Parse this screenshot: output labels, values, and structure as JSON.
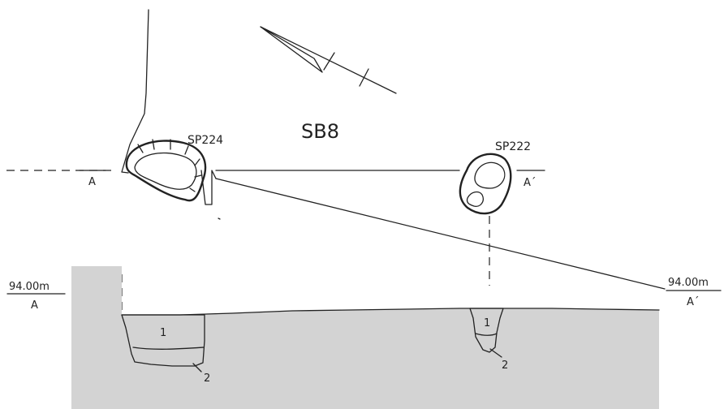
{
  "structure_label": "SB8",
  "pits": [
    {
      "id": "SP224"
    },
    {
      "id": "SP222"
    }
  ],
  "section": {
    "left_point": "A",
    "right_point": "A´",
    "elevation_left": "94.00m",
    "elevation_right": "94.00m",
    "left_point_lower": "A",
    "right_point_lower": "A´"
  },
  "layers": {
    "sp224_upper": "1",
    "sp224_lower": "2",
    "sp222_upper": "1",
    "sp222_lower": "2"
  },
  "colors": {
    "ground_fill": "#d3d3d3",
    "ink": "#222222"
  }
}
